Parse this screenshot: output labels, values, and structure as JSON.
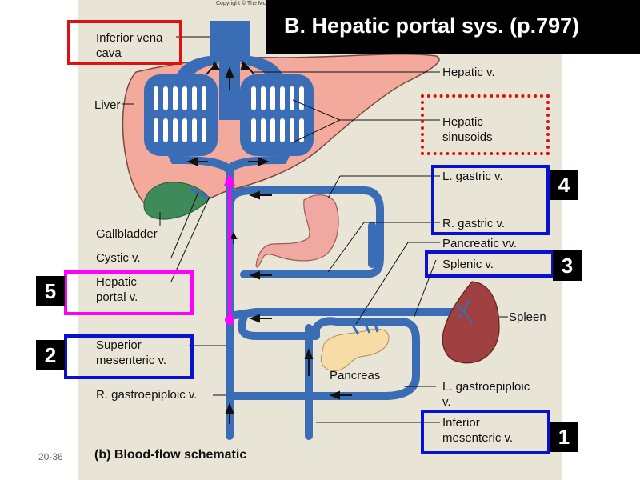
{
  "copyright": "Copyright © The McGr",
  "title": "B. Hepatic portal sys. (p.797)",
  "caption": "(b) Blood-flow schematic",
  "page_number": "20-36",
  "labels": {
    "ivc": "Inferior vena\ncava",
    "liver": "Liver",
    "gallbladder": "Gallbladder",
    "cystic": "Cystic v.",
    "hepatic_portal": "Hepatic\nportal v.",
    "superior_mesenteric": "Superior\nmesenteric v.",
    "r_gastroepiploic": "R. gastroepiploic v.",
    "hepatic_v": "Hepatic v.",
    "hepatic_sinusoids": "Hepatic\nsinusoids",
    "l_gastric": "L. gastric v.",
    "r_gastric": "R. gastric v.",
    "pancreatic": "Pancreatic vv.",
    "splenic": "Splenic v.",
    "spleen": "Spleen",
    "pancreas": "Pancreas",
    "l_gastroepiploic": "L. gastroepiploic\nv.",
    "inferior_mesenteric": "Inferior\nmesenteric v."
  },
  "badges": {
    "b1": "1",
    "b2": "2",
    "b3": "3",
    "b4": "4",
    "b5": "5"
  },
  "colors": {
    "red": "#e01010",
    "blue": "#0a10d0",
    "magenta": "#ff00ff",
    "vein": "#3a6db5",
    "liver": "#f3aa9c"
  }
}
